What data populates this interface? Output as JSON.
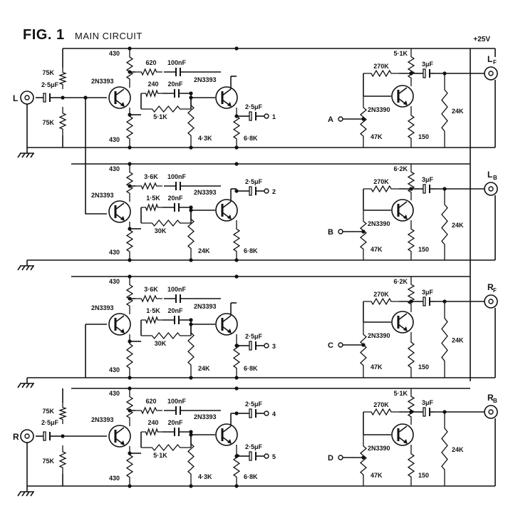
{
  "title": {
    "fig": "FIG. 1",
    "subtitle": "MAIN CIRCUIT"
  },
  "supply_label": "+25V",
  "inputs": {
    "L": "L",
    "R": "R"
  },
  "outputs": {
    "LF": "L",
    "LF_sub": "F",
    "LB": "L",
    "LB_sub": "B",
    "RF": "R",
    "RF_sub": "F",
    "RB": "R",
    "RB_sub": "B"
  },
  "taps": {
    "A": "A",
    "B": "B",
    "C": "C",
    "D": "D"
  },
  "out_numbers": [
    "1",
    "2",
    "3",
    "4",
    "5"
  ],
  "components": {
    "r75k": "75K",
    "c25uf": "2·5μF",
    "q2n3393": "2N3393",
    "q2n3390": "2N3390",
    "r430": "430",
    "r620": "620",
    "c100nf": "100nF",
    "r240": "240",
    "c20nf": "20nF",
    "r51k": "5·1K",
    "r43k": "4·3K",
    "r68k": "6·8K",
    "r36k": "3·6K",
    "r15k": "1·5K",
    "r30k": "30K",
    "r24k": "24K",
    "r270k": "270K",
    "r62k": "6·2K",
    "c3uf": "3μF",
    "r47k": "47K",
    "r150": "150"
  }
}
